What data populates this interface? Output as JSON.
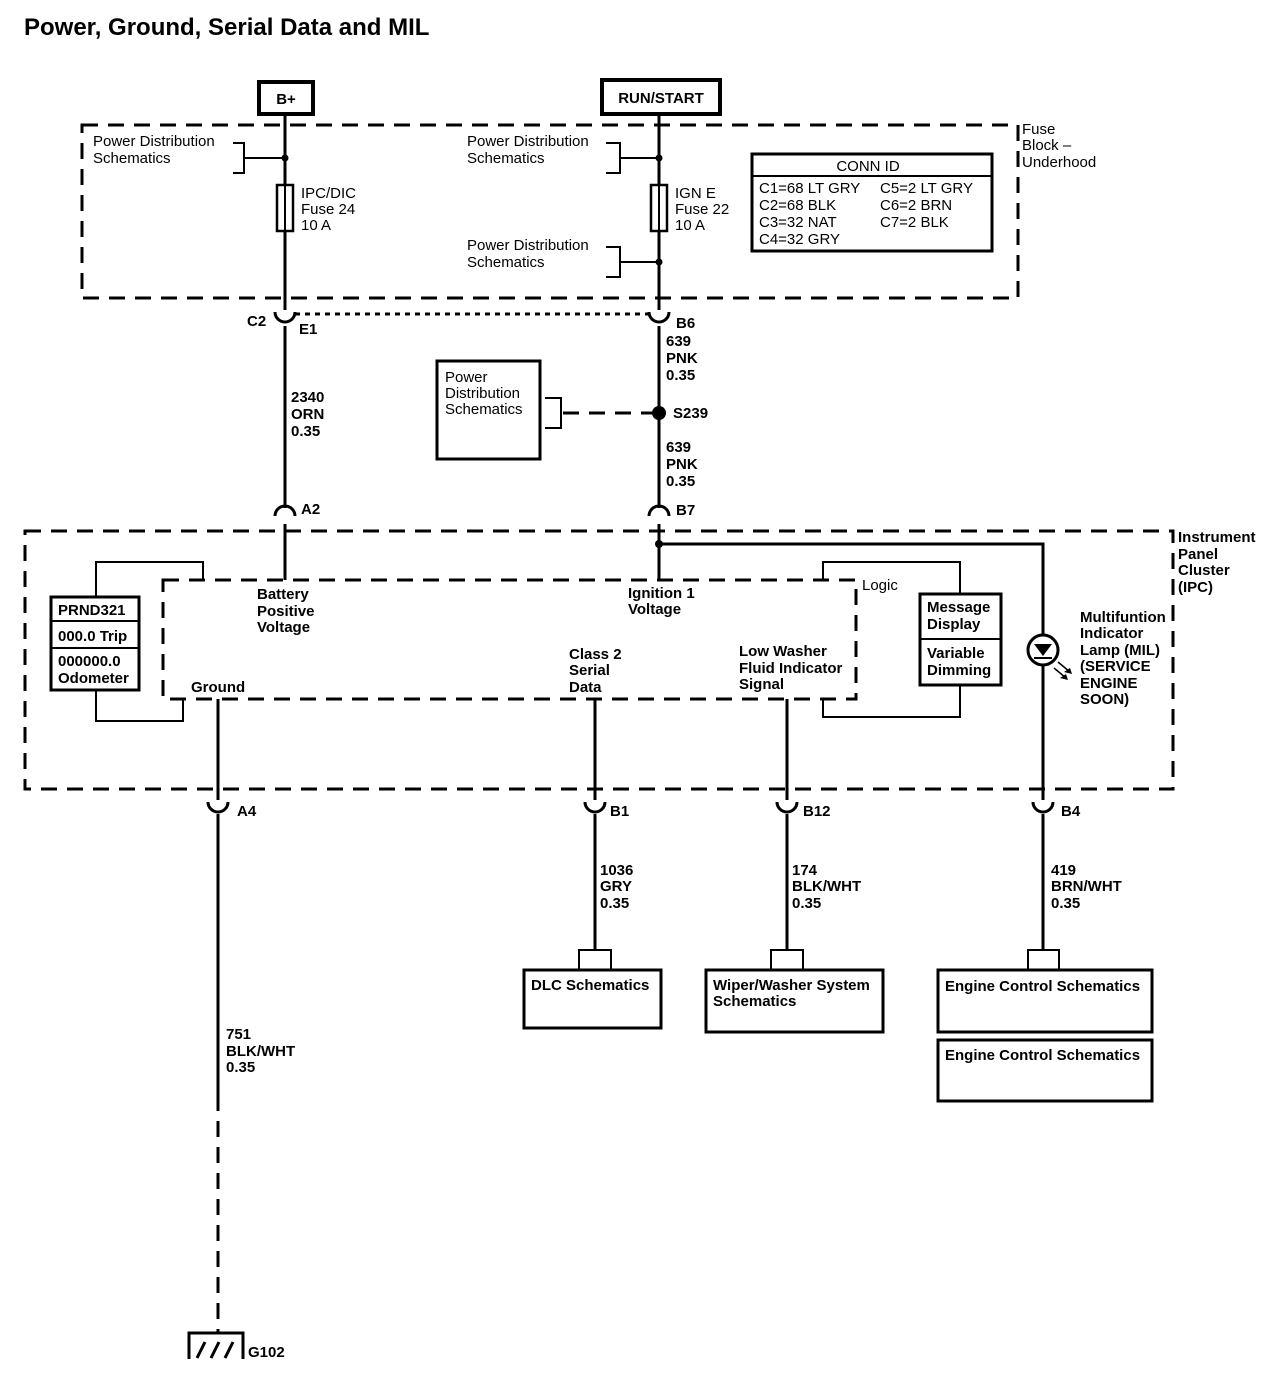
{
  "title": "Power, Ground, Serial Data and MIL",
  "sources": {
    "bplus": "B+",
    "run_start": "RUN/START"
  },
  "fuse_block": {
    "label": [
      "Fuse",
      "Block –",
      "Underhood"
    ],
    "pds_left": [
      "Power Distribution",
      "Schematics"
    ],
    "pds_mid_top": [
      "Power Distribution",
      "Schematics"
    ],
    "pds_mid_bot": [
      "Power Distribution",
      "Schematics"
    ],
    "fuse_ipc": [
      "IPC/DIC",
      "Fuse 24",
      "10 A"
    ],
    "fuse_ign": [
      "IGN E",
      "Fuse 22",
      "10 A"
    ]
  },
  "conn_id": {
    "title": "CONN ID",
    "rows": [
      [
        "C1=68 LT GRY",
        "C5=2 LT GRY"
      ],
      [
        "C2=68 BLK",
        "C6=2 BRN"
      ],
      [
        "C3=32 NAT",
        "C7=2 BLK"
      ],
      [
        "C4=32 GRY",
        ""
      ]
    ]
  },
  "connectors": {
    "c2": "C2",
    "e1": "E1",
    "b6": "B6",
    "a2": "A2",
    "b7": "B7",
    "a4": "A4",
    "b1": "B1",
    "b12": "B12",
    "b4": "B4"
  },
  "splice": "S239",
  "pds_splice_box": [
    "Power",
    "Distribution",
    "Schematics"
  ],
  "wires": {
    "w2340": [
      "2340",
      "ORN",
      "0.35"
    ],
    "w639a": [
      "639",
      "PNK",
      "0.35"
    ],
    "w639b": [
      "639",
      "PNK",
      "0.35"
    ],
    "w1036": [
      "1036",
      "GRY",
      "0.35"
    ],
    "w174": [
      "174",
      "BLK/WHT",
      "0.35"
    ],
    "w419": [
      "419",
      "BRN/WHT",
      "0.35"
    ],
    "w751": [
      "751",
      "BLK/WHT",
      "0.35"
    ]
  },
  "ipc": {
    "label": [
      "Instrument",
      "Panel",
      "Cluster",
      "(IPC)"
    ],
    "logic": "Logic",
    "battery": [
      "Battery",
      "Positive",
      "Voltage"
    ],
    "ignition": [
      "Ignition 1",
      "Voltage"
    ],
    "class2": [
      "Class 2",
      "Serial",
      "Data"
    ],
    "washer": [
      "Low Washer",
      "Fluid Indicator",
      "Signal"
    ],
    "ground": "Ground",
    "prnd": "PRND321",
    "trip": "000.0 Trip",
    "odo": [
      "000000.0",
      "Odometer"
    ],
    "message": [
      "Message",
      "Display"
    ],
    "dimming": [
      "Variable",
      "Dimming"
    ],
    "mil": [
      "Multifuntion",
      "Indicator",
      "Lamp (MIL)",
      "(SERVICE",
      "ENGINE",
      "SOON)"
    ]
  },
  "destinations": {
    "dlc": "DLC Schematics",
    "wiper": [
      "Wiper/Washer System",
      "Schematics"
    ],
    "engine1": "Engine Control Schematics",
    "engine2": "Engine Control Schematics"
  },
  "ground_id": "G102"
}
